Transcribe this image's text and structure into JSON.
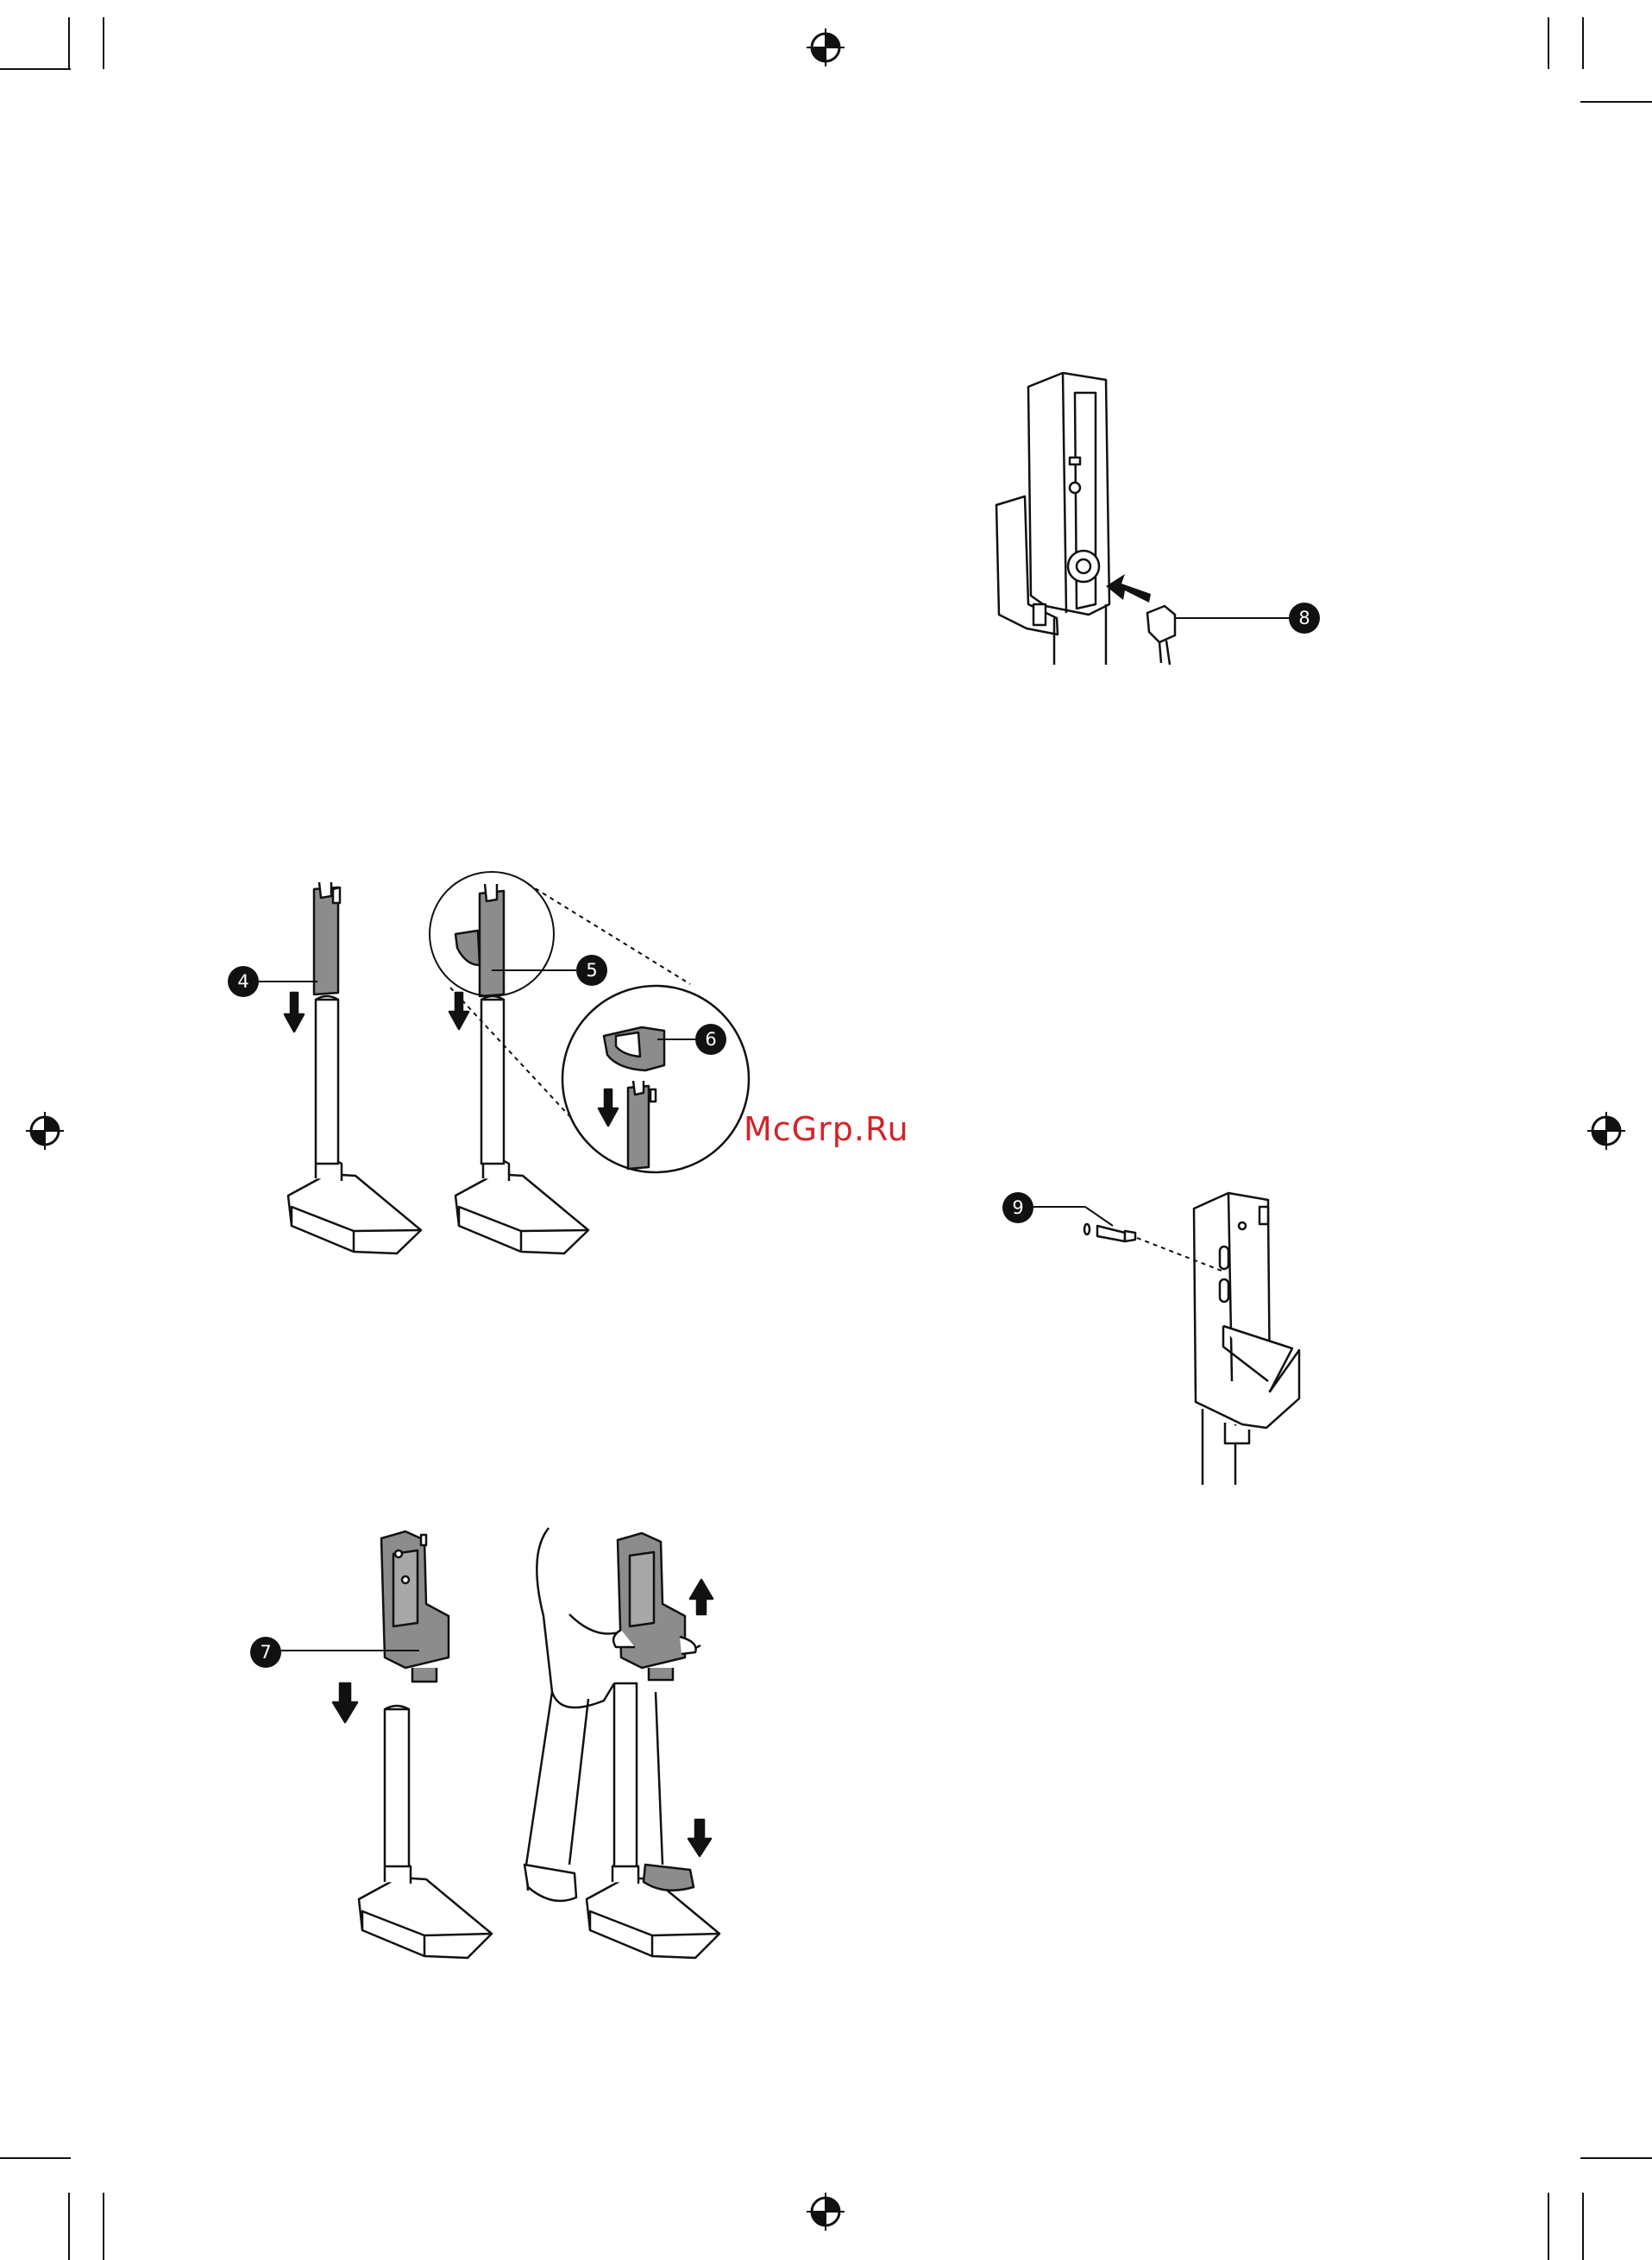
{
  "watermark": "McGrp.Ru",
  "callouts": {
    "c4": "4",
    "c5": "5",
    "c6": "6",
    "c7": "7",
    "c8": "8",
    "c9": "9"
  },
  "colors": {
    "line": "#111111",
    "part_fill": "#8c8c8c",
    "watermark": "#d2242b"
  }
}
